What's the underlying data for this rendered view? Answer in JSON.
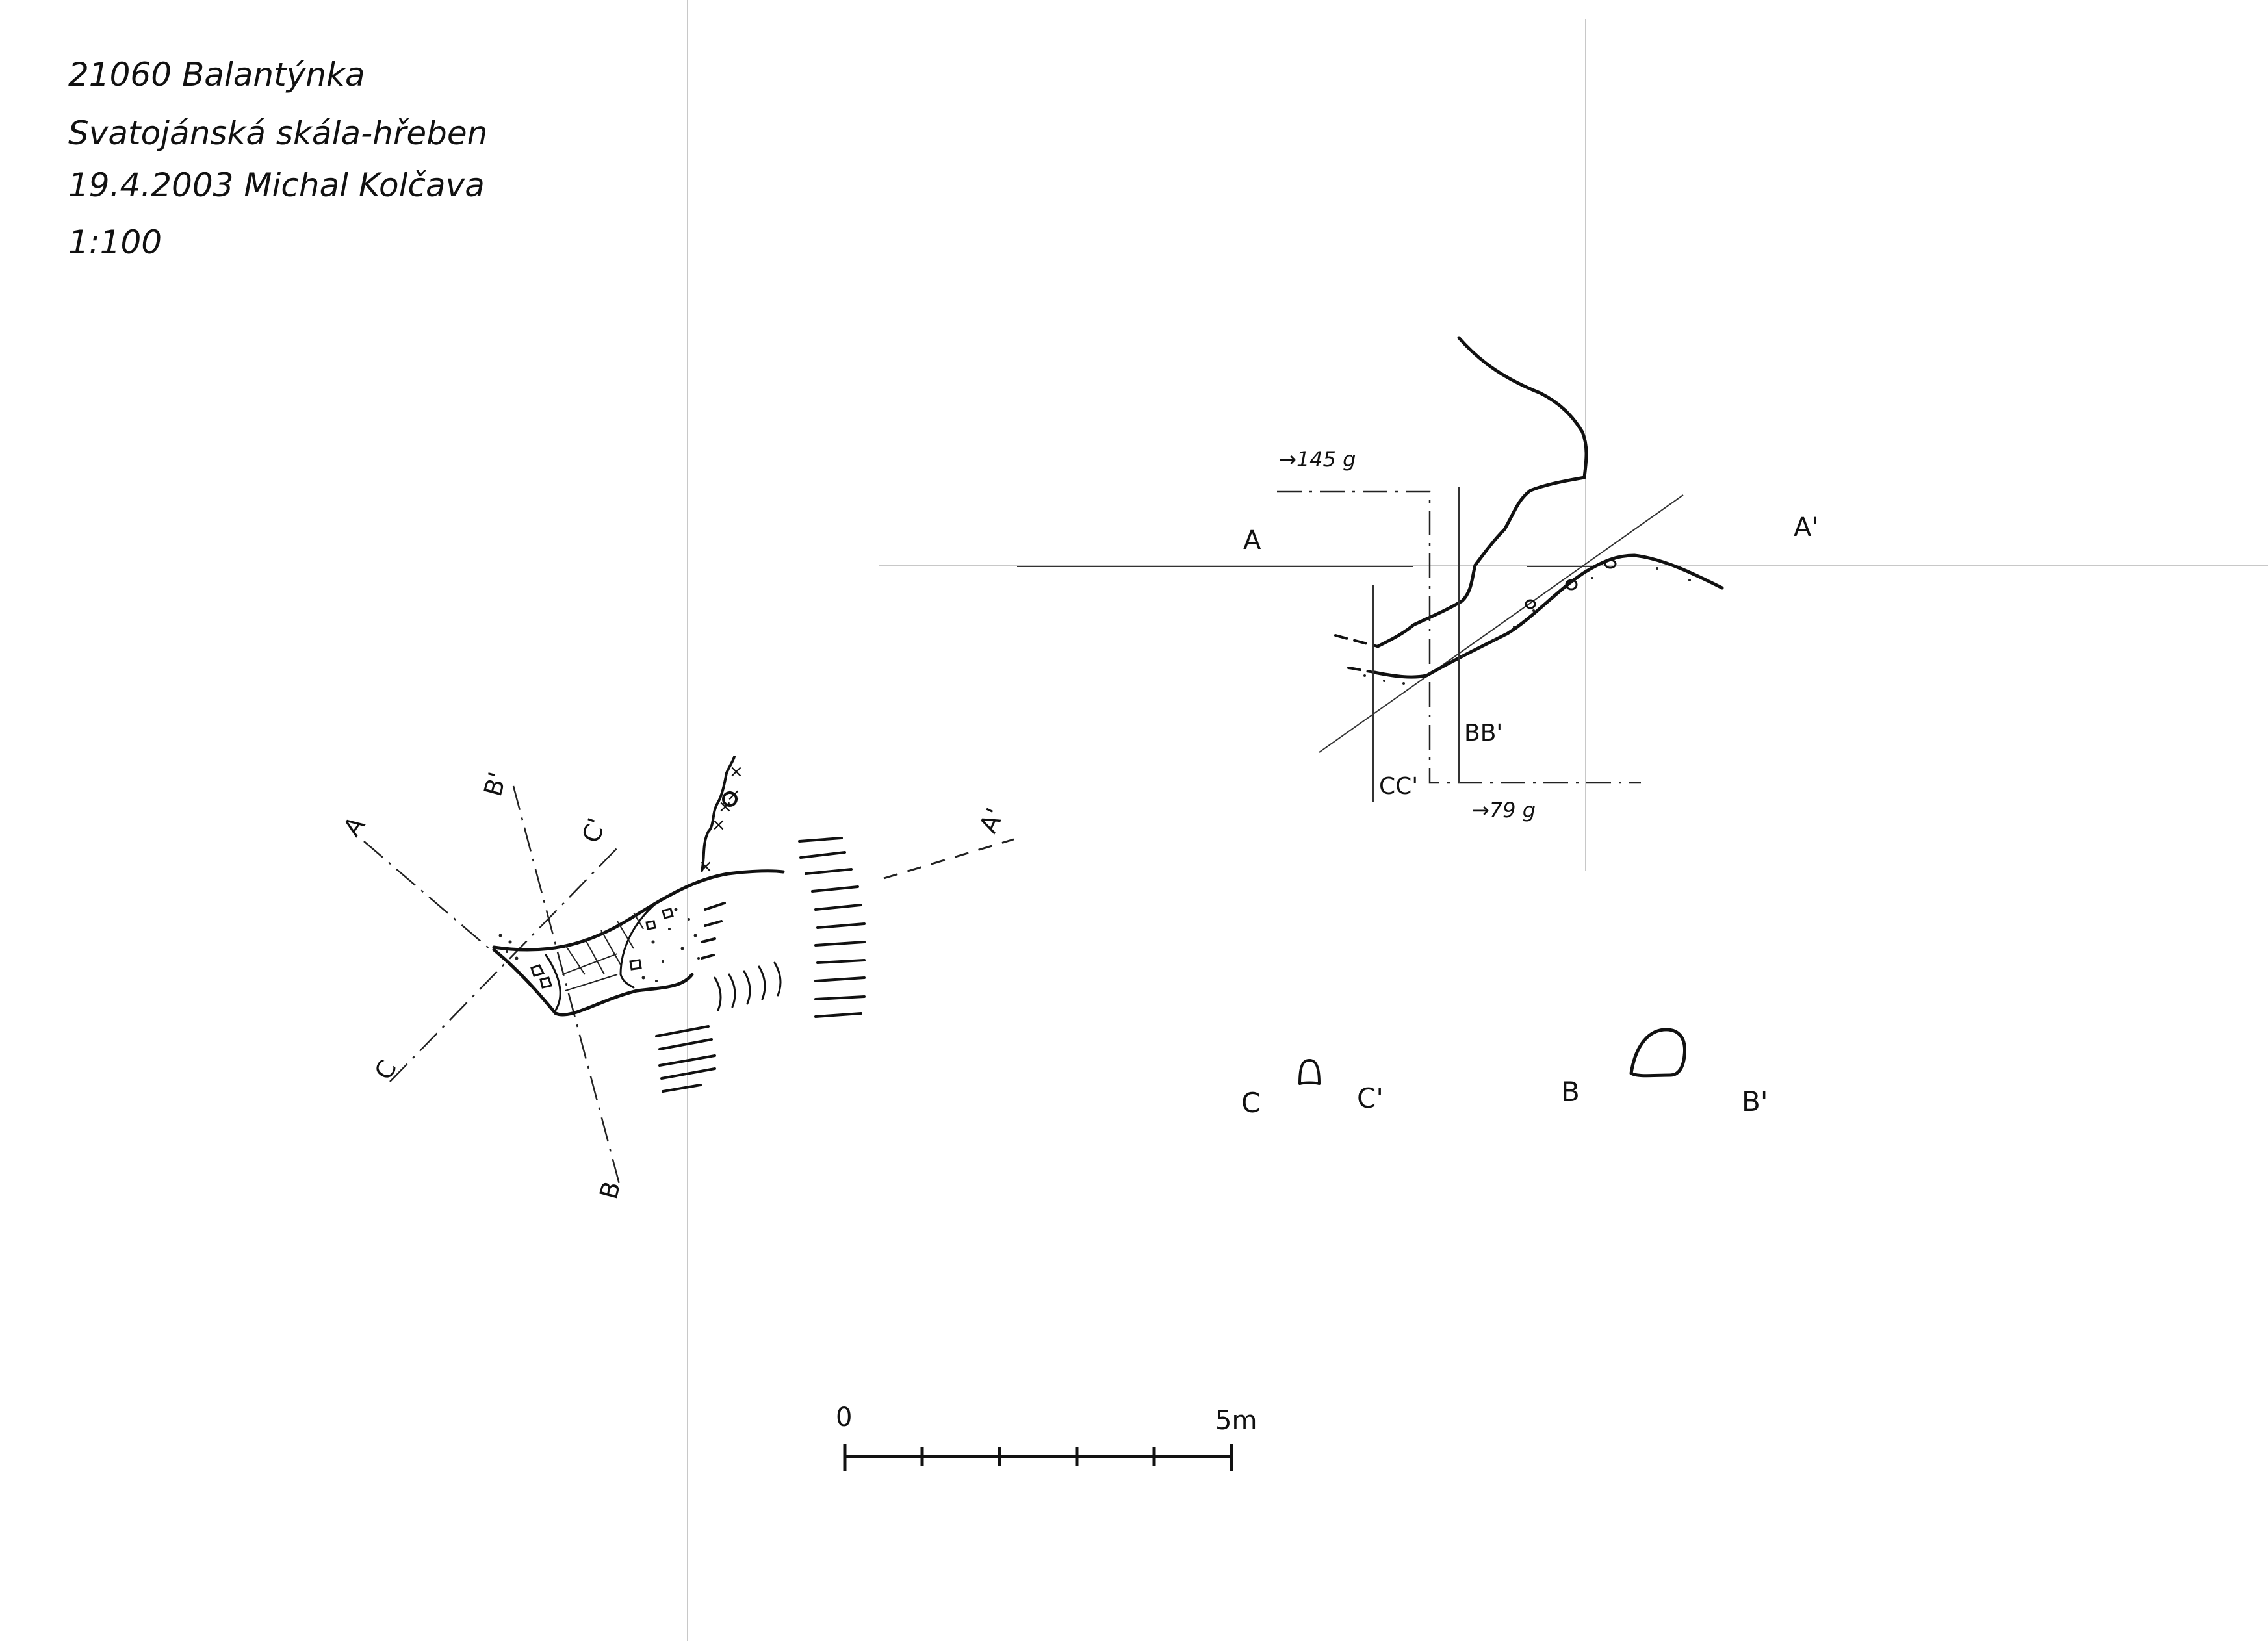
{
  "header": {
    "line1": "21060 Balantýnka",
    "line2": "Svatojánská skála-hřeben",
    "line3": "19.4.2003 Michal Kolčava",
    "scale": "1:100"
  },
  "plan": {
    "label_a": "A",
    "label_a_prime": "A'",
    "label_b": "B",
    "label_b_prime": "B'",
    "label_c": "C",
    "label_c_prime": "C'"
  },
  "longitudinal_section": {
    "label_a": "A",
    "label_a_prime": "A'",
    "label_bb": "BB'",
    "label_cc": "CC'",
    "bearing_1": "→145 g",
    "bearing_2": "→79 g"
  },
  "cross_sections": {
    "c_left": "C",
    "c_right": "C'",
    "b_left": "B",
    "b_right": "B'"
  },
  "scale_bar": {
    "start_label": "0",
    "end_label": "5m",
    "length_m": 5,
    "divisions": 5
  }
}
